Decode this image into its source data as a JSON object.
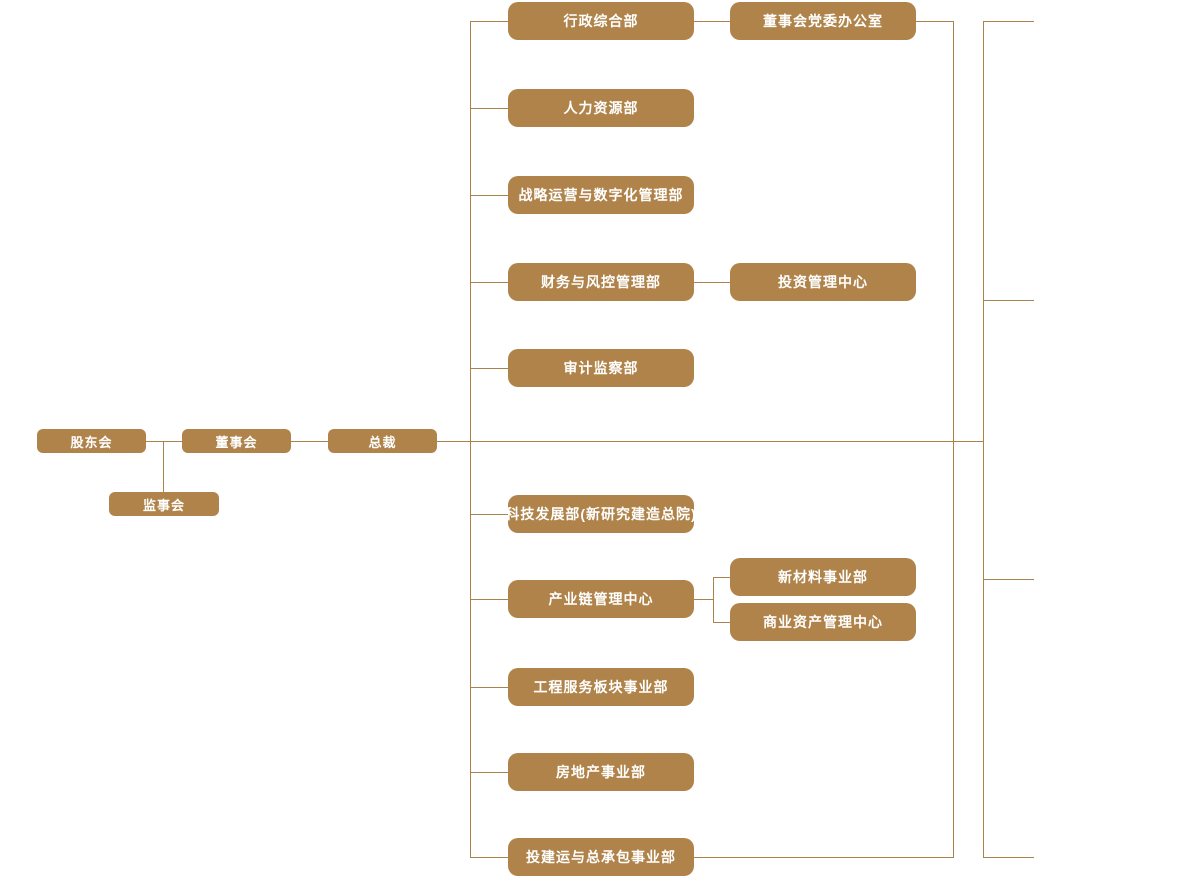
{
  "diagram": {
    "type": "org-chart",
    "colors": {
      "node_fill": "#af8349",
      "node_text": "#ffffff",
      "connector": "#a9824c"
    },
    "governance": {
      "shareholders": "股东会",
      "board": "董事会",
      "president": "总裁",
      "supervisory": "监事会"
    },
    "departments": [
      {
        "label": "行政综合部",
        "children": [
          "董事会党委办公室"
        ]
      },
      {
        "label": "人力资源部",
        "children": []
      },
      {
        "label": "战略运营与数字化管理部",
        "children": []
      },
      {
        "label": "财务与风控管理部",
        "children": [
          "投资管理中心"
        ]
      },
      {
        "label": "审计监察部",
        "children": []
      },
      {
        "label": "科技发展部(新研究建造总院)",
        "children": []
      },
      {
        "label": "产业链管理中心",
        "children": [
          "新材料事业部",
          "商业资产管理中心"
        ]
      },
      {
        "label": "工程服务板块事业部",
        "children": []
      },
      {
        "label": "房地产事业部",
        "children": []
      },
      {
        "label": "投建运与总承包事业部",
        "children": []
      }
    ]
  }
}
